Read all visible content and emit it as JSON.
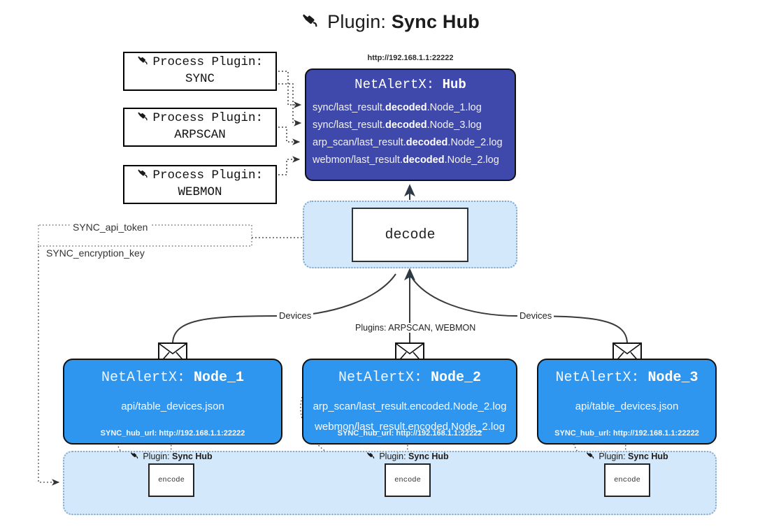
{
  "header": {
    "plug_icon": "plug-icon",
    "prefix": "Plugin: ",
    "title": "Sync Hub"
  },
  "process_plugins": [
    {
      "line1": "Process Plugin:",
      "line2": "SYNC"
    },
    {
      "line1": "Process Plugin:",
      "line2": "ARPSCAN"
    },
    {
      "line1": "Process Plugin:",
      "line2": "WEBMON"
    }
  ],
  "hub": {
    "url": "http://192.168.1.1:22222",
    "title_prefix": "NetAlertX: ",
    "title_name": "Hub",
    "lines": [
      {
        "pre": "sync/last_result.",
        "bold": "decoded",
        "post": ".Node_1.log"
      },
      {
        "pre": "sync/last_result.",
        "bold": "decoded",
        "post": ".Node_3.log"
      },
      {
        "pre": "arp_scan/last_result.",
        "bold": "decoded",
        "post": ".Node_2.log"
      },
      {
        "pre": "webmon/last_result.",
        "bold": "decoded",
        "post": ".Node_2.log"
      }
    ]
  },
  "decode": {
    "label": "decode"
  },
  "keys": {
    "api_token": "SYNC_api_token",
    "encryption_key": "SYNC_encryption_key"
  },
  "edge_labels": {
    "devices_left": "Devices",
    "plugins_middle": "Plugins: ARPSCAN, WEBMON",
    "devices_right": "Devices"
  },
  "nodes": [
    {
      "title_prefix": "NetAlertX: ",
      "title_name": "Node_1",
      "body": [
        "api/table_devices.json"
      ],
      "footer": "SYNC_hub_url: http://192.168.1.1:22222"
    },
    {
      "title_prefix": "NetAlertX: ",
      "title_name": "Node_2",
      "body": [
        "arp_scan/last_result.encoded.Node_2.log",
        "webmon/last_result.encoded.Node_2.log"
      ],
      "footer": "SYNC_hub_url: http://192.168.1.1:22222"
    },
    {
      "title_prefix": "NetAlertX: ",
      "title_name": "Node_3",
      "body": [
        "api/table_devices.json"
      ],
      "footer": "SYNC_hub_url: http://192.168.1.1:22222"
    }
  ],
  "sync_plugins": [
    {
      "plug_icon": "plug-icon",
      "prefix": "Plugin: ",
      "name": "Sync Hub",
      "encode": "encode"
    },
    {
      "plug_icon": "plug-icon",
      "prefix": "Plugin: ",
      "name": "Sync Hub",
      "encode": "encode"
    },
    {
      "plug_icon": "plug-icon",
      "prefix": "Plugin: ",
      "name": "Sync Hub",
      "encode": "encode"
    }
  ],
  "colors": {
    "hub_fill": "#3f48ab",
    "node_fill": "#2f96f0",
    "container_fill": "#d4e8fb",
    "stroke": "#111111"
  }
}
